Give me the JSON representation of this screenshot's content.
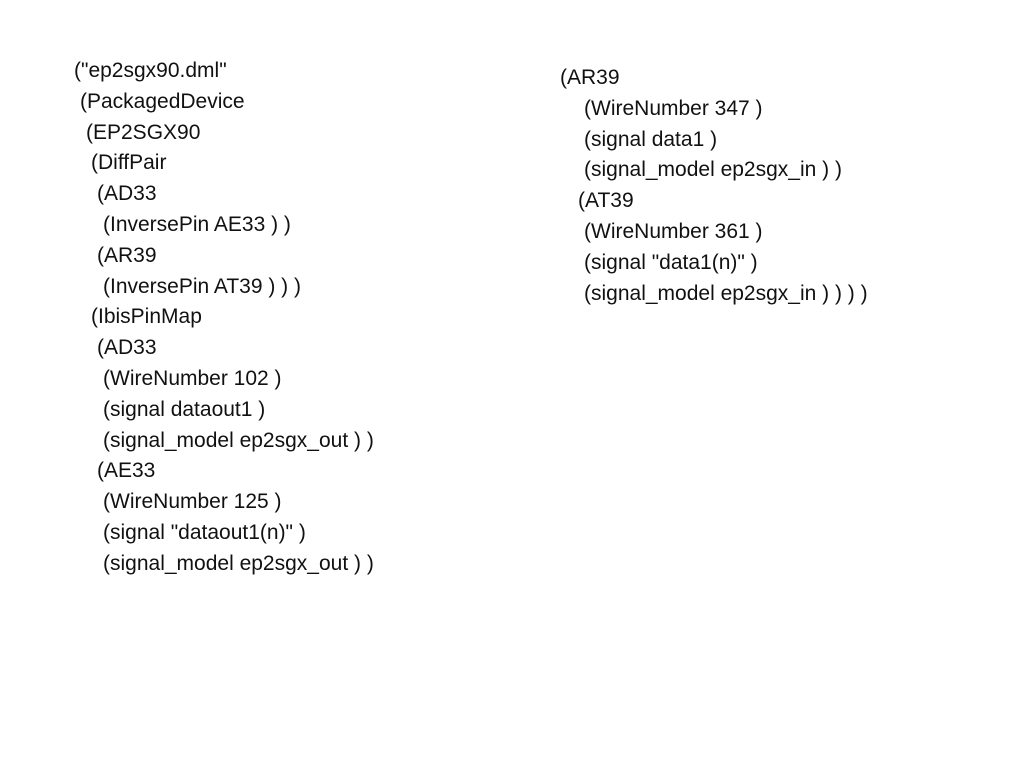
{
  "left_column": [
    {
      "text": "(\"ep2sgx90.dml\""
    },
    {
      "text": "(PackagedDevice"
    },
    {
      "text": "(EP2SGX90"
    },
    {
      "text": "(DiffPair"
    },
    {
      "text": "(AD33"
    },
    {
      "text": "(InversePin AE33 ) )"
    },
    {
      "text": "(AR39"
    },
    {
      "text": "(InversePin AT39 ) ) )"
    },
    {
      "text": "(IbisPinMap"
    },
    {
      "text": "(AD33"
    },
    {
      "text": "(WireNumber 102 )"
    },
    {
      "text": "(signal dataout1 )"
    },
    {
      "text": "(signal_model ep2sgx_out ) )"
    },
    {
      "text": "(AE33"
    },
    {
      "text": "(WireNumber 125 )"
    },
    {
      "text": "(signal \"dataout1(n)\" )"
    },
    {
      "text": "(signal_model ep2sgx_out ) )"
    }
  ],
  "right_column": [
    {
      "text": "(AR39"
    },
    {
      "text": "(WireNumber 347 )"
    },
    {
      "text": "(signal data1 )"
    },
    {
      "text": "(signal_model ep2sgx_in ) )"
    },
    {
      "text": "(AT39"
    },
    {
      "text": "(WireNumber 361 )"
    },
    {
      "text": "(signal \"data1(n)\" )"
    },
    {
      "text": "(signal_model ep2sgx_in ) ) ) )"
    }
  ]
}
